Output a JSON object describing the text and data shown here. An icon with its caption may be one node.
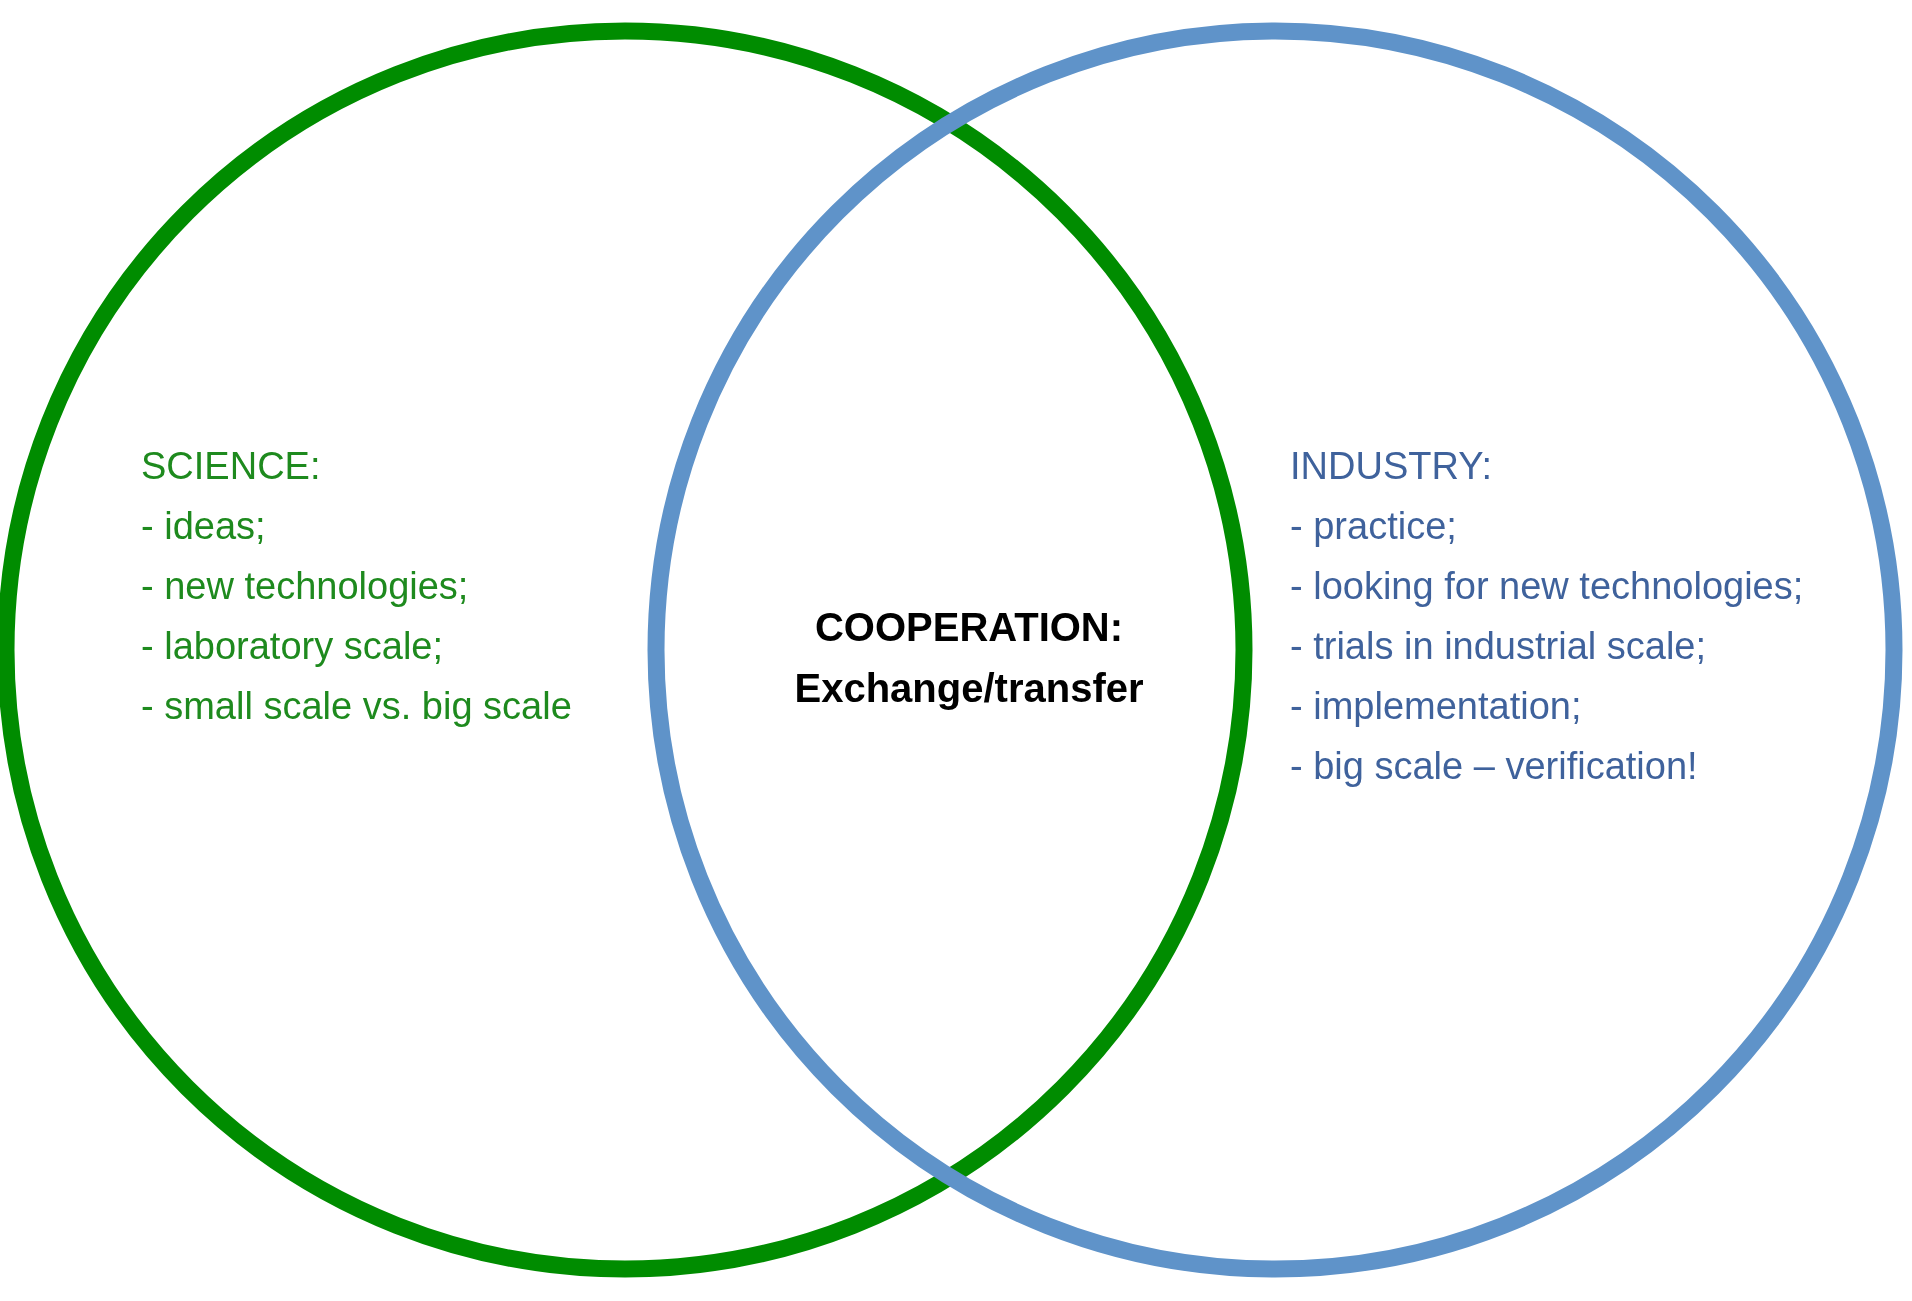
{
  "diagram": {
    "nodes": [
      {
        "text": [
          "SCIENCE:",
          "- ideas;",
          "- new technologies;",
          "- laboratory scale;",
          "- small scale vs. big scale"
        ]
      },
      {
        "text": [
          "INDUSTRY:",
          "- practice;",
          "- looking for new technologies;",
          "- trials in industrial scale;",
          "- implementation;",
          "- big scale – verification!"
        ]
      }
    ],
    "edges": [],
    "labels": [
      "COOPERATION:",
      "Exchange/transfer"
    ]
  }
}
